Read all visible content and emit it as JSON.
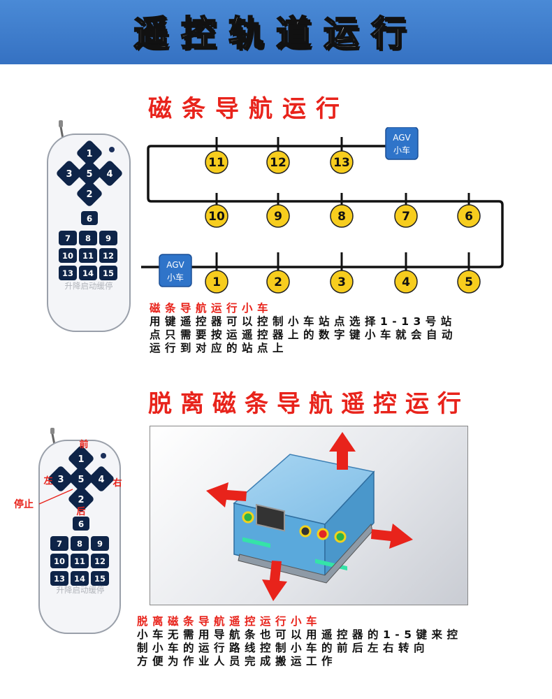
{
  "banner": {
    "title": "遥控轨道运行"
  },
  "section1": {
    "title": "磁条导航运行",
    "agv_tag_line1": "AGV",
    "agv_tag_line2": "小车",
    "stations_row1": [
      "11",
      "12",
      "13"
    ],
    "stations_row2": [
      "10",
      "9",
      "8",
      "7",
      "6"
    ],
    "stations_row3": [
      "1",
      "2",
      "3",
      "4",
      "5"
    ],
    "desc_title": "磁条导航运行小车",
    "desc_lines": [
      "用键遥控器可以控制小车站点选择1-13号站",
      "点只需要按运遥控器上的数字键小车就会自动",
      "运行到对应的站点上"
    ]
  },
  "remote": {
    "keys_top": [
      "1",
      "3",
      "5",
      "4",
      "2"
    ],
    "key6": "6",
    "grid": [
      "7",
      "8",
      "9",
      "10",
      "11",
      "12",
      "13",
      "14",
      "15"
    ],
    "footer": "升降启动缓停"
  },
  "section2": {
    "title": "脱离磁条导航遥控运行",
    "label_front": "前",
    "label_left": "左",
    "label_right": "右",
    "label_back": "后",
    "label_stop": "停止",
    "desc_title": "脱离磁条导航遥控运行小车",
    "desc_lines": [
      "小车无需用导航条也可以用遥控器的1-5键来控",
      "制小车的运行路线控制小车的前后左右转向",
      "方便为作业人员完成搬运工作"
    ]
  },
  "colors": {
    "accent_red": "#e8231b",
    "banner_blue": "#3a78c8",
    "station_yellow": "#f7cd1e",
    "key_navy": "#0e2448",
    "agv_blue": "#2f74c9"
  }
}
